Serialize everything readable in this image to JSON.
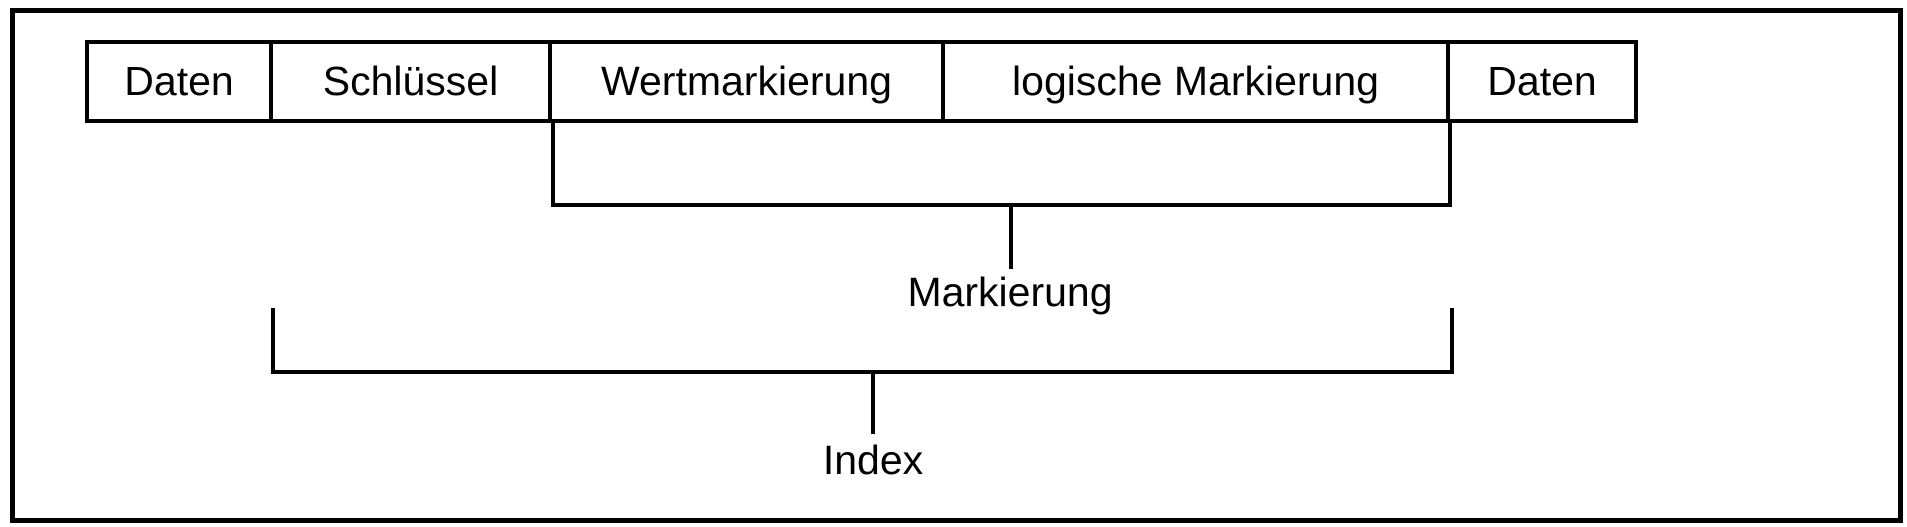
{
  "figure": {
    "cells": [
      "Daten",
      "Schlüssel",
      "Wertmarkierung",
      "logische Markierung",
      "Daten"
    ],
    "brackets": {
      "markierung_label": "Markierung",
      "index_label": "Index"
    }
  },
  "colors": {
    "line": "#000000",
    "text": "#000000",
    "background": "#ffffff"
  }
}
